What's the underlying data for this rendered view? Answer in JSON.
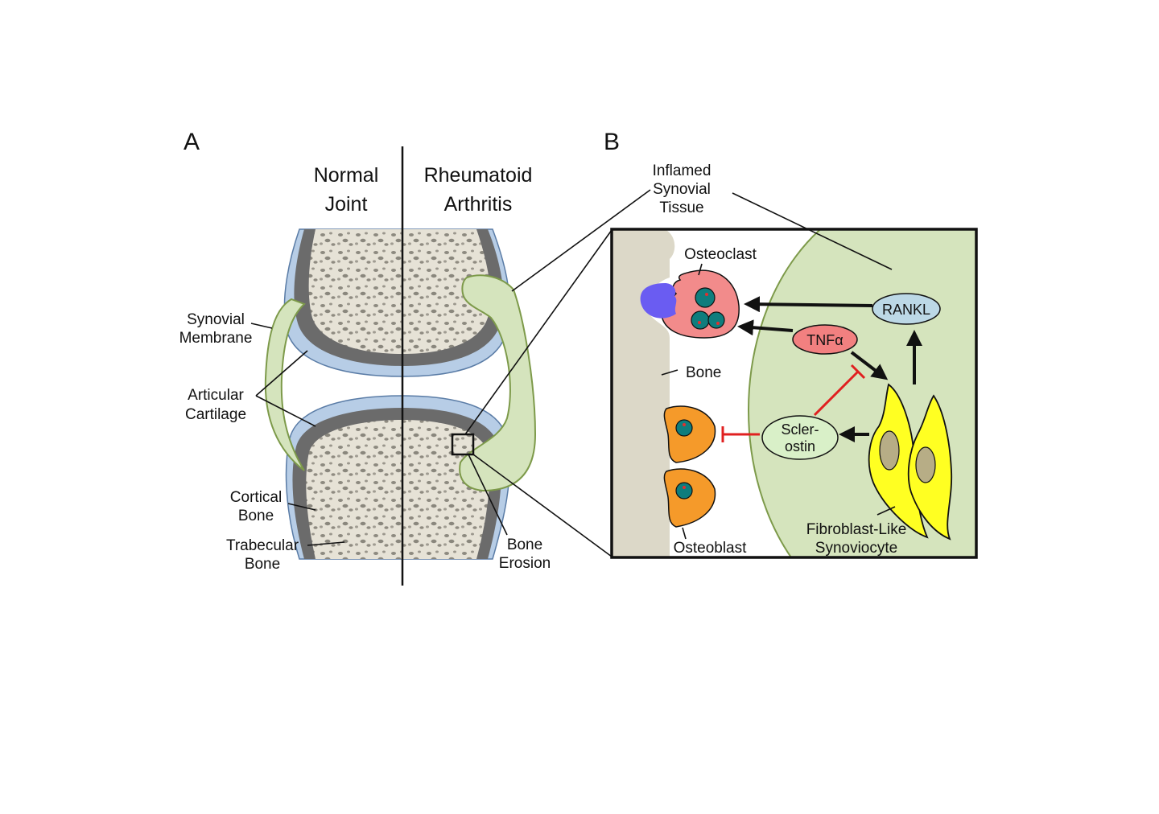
{
  "panels": {
    "a_label": "A",
    "b_label": "B"
  },
  "panel_a": {
    "normal_header": [
      "Normal",
      "Joint"
    ],
    "ra_header": [
      "Rheumatoid",
      "Arthritis"
    ],
    "labels": {
      "synovial_membrane": [
        "Synovial",
        "Membrane"
      ],
      "articular_cartilage": [
        "Articular",
        "Cartilage"
      ],
      "cortical_bone": [
        "Cortical",
        "Bone"
      ],
      "trabecular_bone": [
        "Trabecular",
        "Bone"
      ],
      "bone_erosion": [
        "Bone",
        "Erosion"
      ]
    }
  },
  "panel_b": {
    "inflamed_tissue": [
      "Inflamed",
      "Synovial",
      "Tissue"
    ],
    "osteoclast": "Osteoclast",
    "bone": "Bone",
    "osteoblast": "Osteoblast",
    "rankl": "RANKL",
    "tnf": "TNFα",
    "sclerostin": [
      "Scler-",
      "ostin"
    ],
    "fibroblast": [
      "Fibroblast-Like",
      "Synoviocyte"
    ]
  },
  "colors": {
    "bone_fill": "#e4e0d4",
    "cortical": "#6b6b6b",
    "cartilage": "#b7cde6",
    "synovium": "#d5e4bd",
    "synovium_stroke": "#7d9a4a",
    "osteoclast": "#f28b8b",
    "nucleus": "#0f7d7d",
    "osteoblast": "#f59a2a",
    "fibroblast": "#ffff22",
    "rankl": "#bcd8e6",
    "tnf": "#f28080",
    "sclerostin": "#d9f0c8",
    "inhibit": "#e02020",
    "resorption": "#6a5cf2"
  }
}
